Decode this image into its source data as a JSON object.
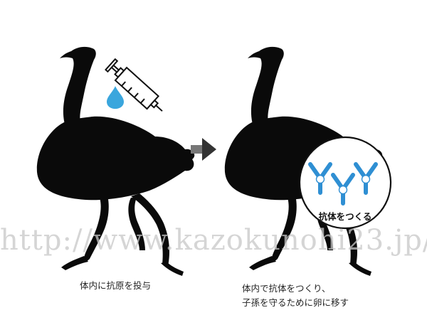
{
  "captions": {
    "left": "体内に抗原を投与",
    "right_line1": "体内で抗体をつくり、",
    "right_line2": "子孫を守るために卵に移す"
  },
  "badge": {
    "label": "抗体をつくる"
  },
  "watermark": "http://www.kazokunohi23.jp/",
  "colors": {
    "silhouette": "#0a0a0a",
    "drop": "#3aa6dd",
    "antibody": "#2f8fd3",
    "arrow": "#333333"
  }
}
